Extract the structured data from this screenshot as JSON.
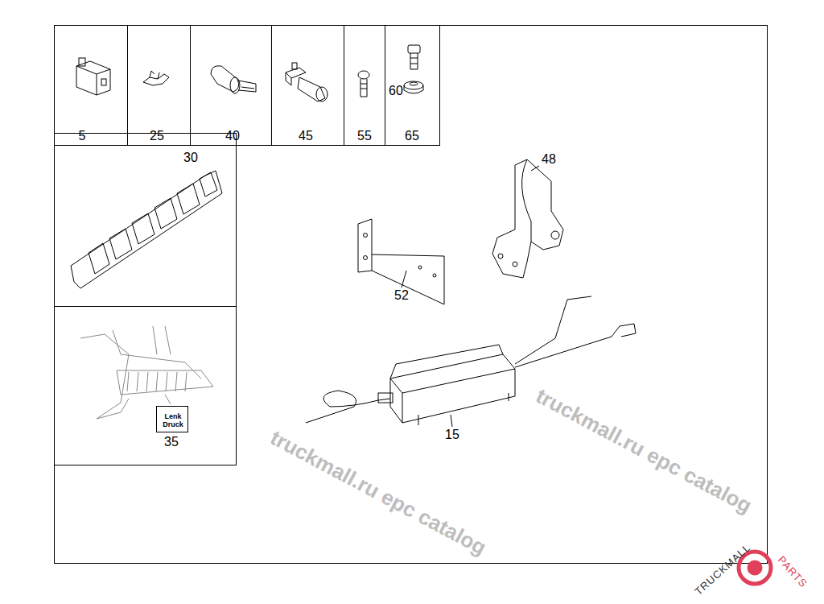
{
  "diagram": {
    "nodes": [
      {
        "text": [
          "5"
        ]
      },
      {
        "text": [
          "25"
        ]
      },
      {
        "text": [
          "40"
        ]
      },
      {
        "text": [
          "45"
        ]
      },
      {
        "text": [
          "55"
        ]
      },
      {
        "text": [
          "60",
          "65"
        ]
      },
      {
        "text": [
          "30"
        ]
      },
      {
        "text": [
          "35"
        ]
      },
      {
        "text": [
          "Lenk Druck"
        ],
        "in": 7
      }
    ],
    "labels": [
      "48",
      "52",
      "15",
      "truckmall.ru epc catalog",
      "truckmall.ru epc catalog",
      "TRUCKMALL",
      "PARTS"
    ]
  }
}
